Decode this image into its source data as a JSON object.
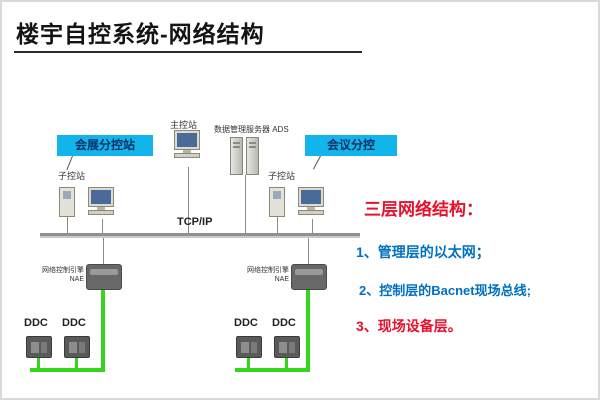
{
  "slide": {
    "title": "楼宇自控系统-网络结构"
  },
  "diagram": {
    "exhibition_box": "会展分控站",
    "meeting_box": "会议分控",
    "main_station": "主控站",
    "data_server": "数据管理服务器 ADS",
    "sub_station_left": "子控站",
    "sub_station_right": "子控站",
    "tcpip": "TCP/IP",
    "nae_line1": "网络控制引擎",
    "nae_line2": "NAE",
    "ddc": "DDC"
  },
  "notes": {
    "heading": "三层网络结构：",
    "items": [
      {
        "text": "1、管理层的以太网；"
      },
      {
        "text": "2、控制层的Bacnet现场总线;"
      },
      {
        "text": "3、现场设备层。"
      }
    ]
  },
  "colors": {
    "label_cyan": "#12b5ea",
    "note_red": "#e8112d",
    "note_blue": "#0070c0",
    "bus_green": "#35d71c",
    "bus_gray": "#909090"
  }
}
